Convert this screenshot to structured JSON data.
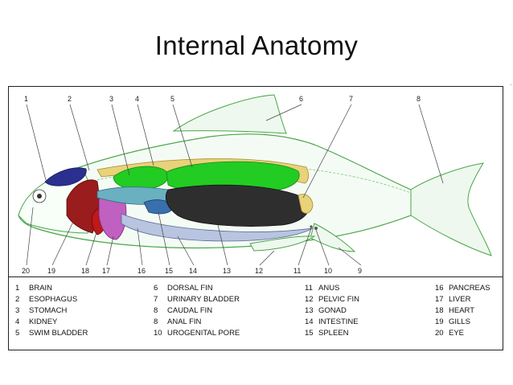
{
  "title": "Internal Anatomy",
  "colors": {
    "outline": "#4aa64a",
    "brain": "#2b2f8f",
    "swim_bladder": "#22cc22",
    "heart": "#8b1a1a",
    "liver": "#b04ab0",
    "spleen": "#3a6fae",
    "intestine": "#3c3c3c",
    "gills": "#9a1c1c",
    "kidney": "#c9a64a",
    "pancreas": "#6ab0c0"
  },
  "callouts": [
    "1",
    "2",
    "3",
    "4",
    "5",
    "6",
    "7",
    "8",
    "20",
    "19",
    "18",
    "17",
    "16",
    "15",
    "14",
    "13",
    "12",
    "11",
    "10",
    "9"
  ],
  "legend": [
    {
      "num": "1",
      "label": "BRAIN"
    },
    {
      "num": "2",
      "label": "ESOPHAGUS"
    },
    {
      "num": "3",
      "label": "STOMACH"
    },
    {
      "num": "4",
      "label": "KIDNEY"
    },
    {
      "num": "5",
      "label": "SWIM BLADDER"
    },
    {
      "num": "6",
      "label": "DORSAL FIN"
    },
    {
      "num": "7",
      "label": "URINARY BLADDER"
    },
    {
      "num": "8",
      "label": "CAUDAL FIN"
    },
    {
      "num": "8",
      "label": "ANAL FIN"
    },
    {
      "num": "10",
      "label": "UROGENITAL PORE"
    },
    {
      "num": "11",
      "label": "ANUS"
    },
    {
      "num": "12",
      "label": "PELVIC FIN"
    },
    {
      "num": "13",
      "label": "GONAD"
    },
    {
      "num": "14",
      "label": "INTESTINE"
    },
    {
      "num": "15",
      "label": "SPLEEN"
    },
    {
      "num": "16",
      "label": "PANCREAS"
    },
    {
      "num": "17",
      "label": "LIVER"
    },
    {
      "num": "18",
      "label": "HEART"
    },
    {
      "num": "19",
      "label": "GILLS"
    },
    {
      "num": "20",
      "label": "EYE"
    }
  ]
}
